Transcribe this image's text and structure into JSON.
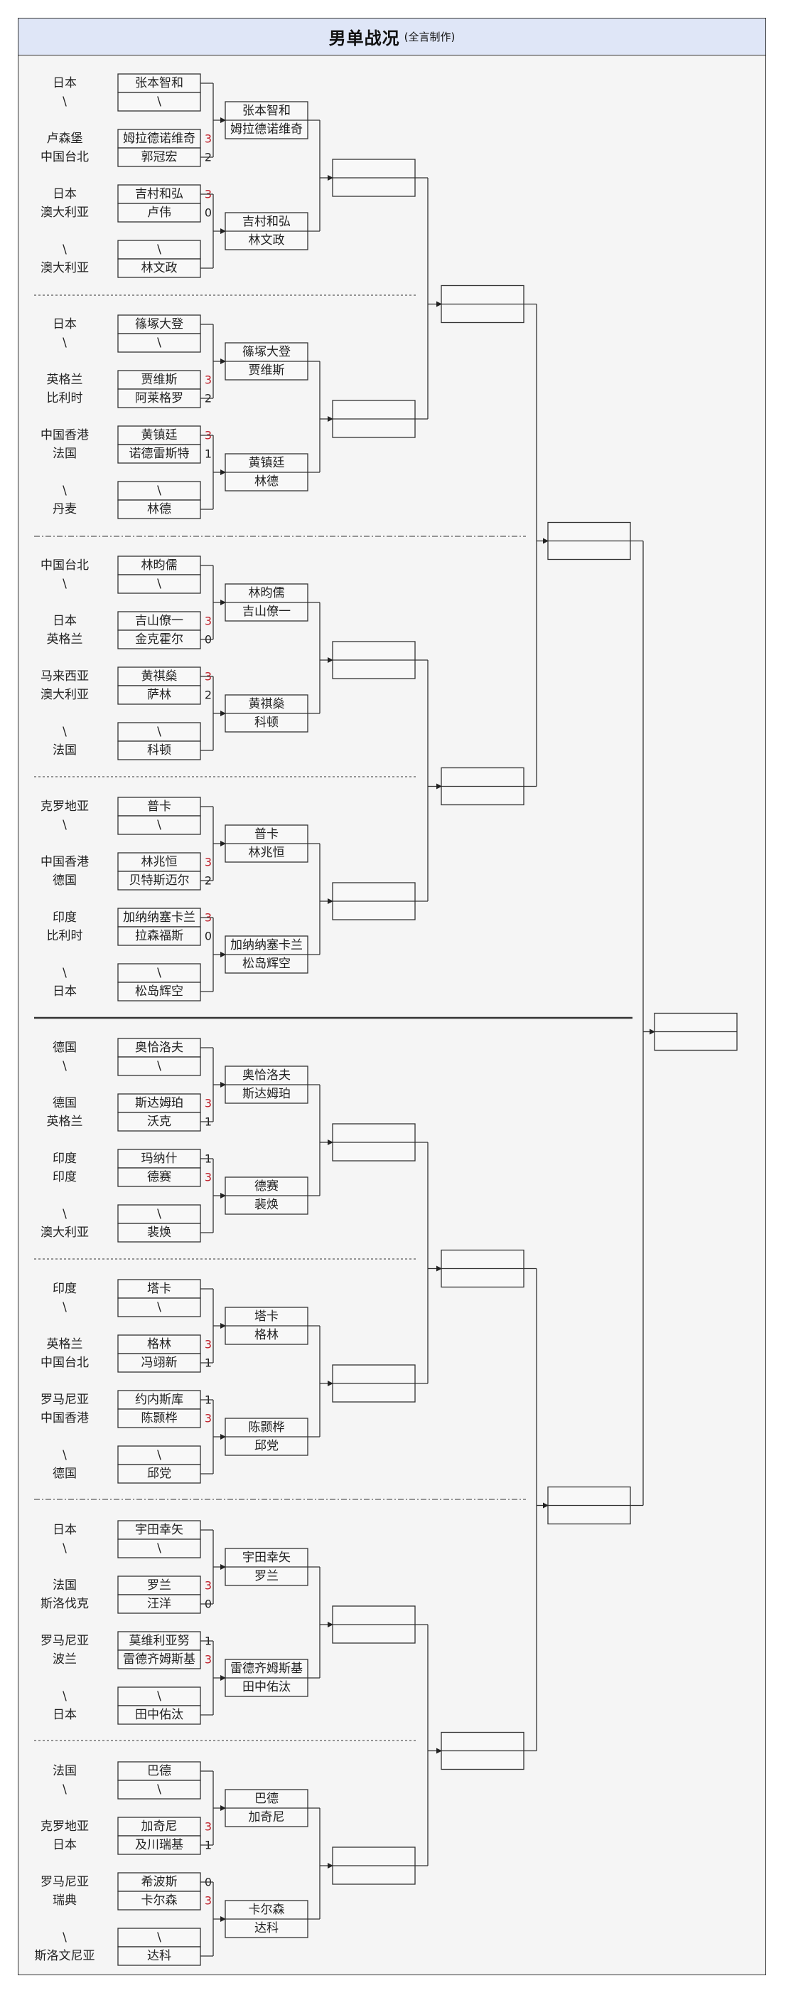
{
  "title": "男单战况",
  "subtitle": "(全言制作)",
  "bye_symbol": "\\",
  "groups": [
    {
      "matches": [
        {
          "p1": {
            "country": "日本",
            "name": "张本智和"
          },
          "p2": {
            "country": "\\",
            "name": "\\"
          },
          "s1": "",
          "s2": "",
          "winner": 1
        },
        {
          "p1": {
            "country": "卢森堡",
            "name": "姆拉德诺维奇"
          },
          "p2": {
            "country": "中国台北",
            "name": "郭冠宏"
          },
          "s1": "3",
          "s2": "2",
          "winner": 1
        },
        {
          "p1": {
            "country": "日本",
            "name": "吉村和弘"
          },
          "p2": {
            "country": "澳大利亚",
            "name": "卢伟"
          },
          "s1": "3",
          "s2": "0",
          "winner": 1
        },
        {
          "p1": {
            "country": "\\",
            "name": "\\"
          },
          "p2": {
            "country": "澳大利亚",
            "name": "林文政"
          },
          "s1": "",
          "s2": "",
          "winner": 2
        }
      ],
      "r2": [
        [
          "张本智和",
          "姆拉德诺维奇"
        ],
        [
          "吉村和弘",
          "林文政"
        ]
      ]
    },
    {
      "matches": [
        {
          "p1": {
            "country": "日本",
            "name": "篠塚大登"
          },
          "p2": {
            "country": "\\",
            "name": "\\"
          },
          "s1": "",
          "s2": "",
          "winner": 1
        },
        {
          "p1": {
            "country": "英格兰",
            "name": "贾维斯"
          },
          "p2": {
            "country": "比利时",
            "name": "阿莱格罗"
          },
          "s1": "3",
          "s2": "2",
          "winner": 1
        },
        {
          "p1": {
            "country": "中国香港",
            "name": "黄镇廷"
          },
          "p2": {
            "country": "法国",
            "name": "诺德雷斯特"
          },
          "s1": "3",
          "s2": "1",
          "winner": 1
        },
        {
          "p1": {
            "country": "\\",
            "name": "\\"
          },
          "p2": {
            "country": "丹麦",
            "name": "林德"
          },
          "s1": "",
          "s2": "",
          "winner": 2
        }
      ],
      "r2": [
        [
          "篠塚大登",
          "贾维斯"
        ],
        [
          "黄镇廷",
          "林德"
        ]
      ]
    },
    {
      "matches": [
        {
          "p1": {
            "country": "中国台北",
            "name": "林昀儒"
          },
          "p2": {
            "country": "\\",
            "name": "\\"
          },
          "s1": "",
          "s2": "",
          "winner": 1
        },
        {
          "p1": {
            "country": "日本",
            "name": "吉山僚一"
          },
          "p2": {
            "country": "英格兰",
            "name": "金克霍尔"
          },
          "s1": "3",
          "s2": "0",
          "winner": 1
        },
        {
          "p1": {
            "country": "马来西亚",
            "name": "黄祺燊"
          },
          "p2": {
            "country": "澳大利亚",
            "name": "萨林"
          },
          "s1": "3",
          "s2": "2",
          "winner": 1
        },
        {
          "p1": {
            "country": "\\",
            "name": "\\"
          },
          "p2": {
            "country": "法国",
            "name": "科顿"
          },
          "s1": "",
          "s2": "",
          "winner": 2
        }
      ],
      "r2": [
        [
          "林昀儒",
          "吉山僚一"
        ],
        [
          "黄祺燊",
          "科顿"
        ]
      ]
    },
    {
      "matches": [
        {
          "p1": {
            "country": "克罗地亚",
            "name": "普卡"
          },
          "p2": {
            "country": "\\",
            "name": "\\"
          },
          "s1": "",
          "s2": "",
          "winner": 1
        },
        {
          "p1": {
            "country": "中国香港",
            "name": "林兆恒"
          },
          "p2": {
            "country": "德国",
            "name": "贝特斯迈尔"
          },
          "s1": "3",
          "s2": "2",
          "winner": 1
        },
        {
          "p1": {
            "country": "印度",
            "name": "加纳纳塞卡兰"
          },
          "p2": {
            "country": "比利时",
            "name": "拉森福斯"
          },
          "s1": "3",
          "s2": "0",
          "winner": 1
        },
        {
          "p1": {
            "country": "\\",
            "name": "\\"
          },
          "p2": {
            "country": "日本",
            "name": "松岛辉空"
          },
          "s1": "",
          "s2": "",
          "winner": 2
        }
      ],
      "r2": [
        [
          "普卡",
          "林兆恒"
        ],
        [
          "加纳纳塞卡兰",
          "松岛辉空"
        ]
      ]
    },
    {
      "matches": [
        {
          "p1": {
            "country": "德国",
            "name": "奥恰洛夫"
          },
          "p2": {
            "country": "\\",
            "name": "\\"
          },
          "s1": "",
          "s2": "",
          "winner": 1
        },
        {
          "p1": {
            "country": "德国",
            "name": "斯达姆珀"
          },
          "p2": {
            "country": "英格兰",
            "name": "沃克"
          },
          "s1": "3",
          "s2": "1",
          "winner": 1
        },
        {
          "p1": {
            "country": "印度",
            "name": "玛纳什"
          },
          "p2": {
            "country": "印度",
            "name": "德赛"
          },
          "s1": "1",
          "s2": "3",
          "winner": 2
        },
        {
          "p1": {
            "country": "\\",
            "name": "\\"
          },
          "p2": {
            "country": "澳大利亚",
            "name": "裴焕"
          },
          "s1": "",
          "s2": "",
          "winner": 2
        }
      ],
      "r2": [
        [
          "奥恰洛夫",
          "斯达姆珀"
        ],
        [
          "德赛",
          "裴焕"
        ]
      ]
    },
    {
      "matches": [
        {
          "p1": {
            "country": "印度",
            "name": "塔卡"
          },
          "p2": {
            "country": "\\",
            "name": "\\"
          },
          "s1": "",
          "s2": "",
          "winner": 1
        },
        {
          "p1": {
            "country": "英格兰",
            "name": "格林"
          },
          "p2": {
            "country": "中国台北",
            "name": "冯翊新"
          },
          "s1": "3",
          "s2": "1",
          "winner": 1
        },
        {
          "p1": {
            "country": "罗马尼亚",
            "name": "约内斯库"
          },
          "p2": {
            "country": "中国香港",
            "name": "陈颢桦"
          },
          "s1": "1",
          "s2": "3",
          "winner": 2
        },
        {
          "p1": {
            "country": "\\",
            "name": "\\"
          },
          "p2": {
            "country": "德国",
            "name": "邱党"
          },
          "s1": "",
          "s2": "",
          "winner": 2
        }
      ],
      "r2": [
        [
          "塔卡",
          "格林"
        ],
        [
          "陈颢桦",
          "邱党"
        ]
      ]
    },
    {
      "matches": [
        {
          "p1": {
            "country": "日本",
            "name": "宇田幸矢"
          },
          "p2": {
            "country": "\\",
            "name": "\\"
          },
          "s1": "",
          "s2": "",
          "winner": 1
        },
        {
          "p1": {
            "country": "法国",
            "name": "罗兰"
          },
          "p2": {
            "country": "斯洛伐克",
            "name": "汪洋"
          },
          "s1": "3",
          "s2": "0",
          "winner": 1
        },
        {
          "p1": {
            "country": "罗马尼亚",
            "name": "莫维利亚努"
          },
          "p2": {
            "country": "波兰",
            "name": "雷德齐姆斯基"
          },
          "s1": "1",
          "s2": "3",
          "winner": 2
        },
        {
          "p1": {
            "country": "\\",
            "name": "\\"
          },
          "p2": {
            "country": "日本",
            "name": "田中佑汰"
          },
          "s1": "",
          "s2": "",
          "winner": 2
        }
      ],
      "r2": [
        [
          "宇田幸矢",
          "罗兰"
        ],
        [
          "雷德齐姆斯基",
          "田中佑汰"
        ]
      ]
    },
    {
      "matches": [
        {
          "p1": {
            "country": "法国",
            "name": "巴德"
          },
          "p2": {
            "country": "\\",
            "name": "\\"
          },
          "s1": "",
          "s2": "",
          "winner": 1
        },
        {
          "p1": {
            "country": "克罗地亚",
            "name": "加奇尼"
          },
          "p2": {
            "country": "日本",
            "name": "及川瑞基"
          },
          "s1": "3",
          "s2": "1",
          "winner": 1
        },
        {
          "p1": {
            "country": "罗马尼亚",
            "name": "希波斯"
          },
          "p2": {
            "country": "瑞典",
            "name": "卡尔森"
          },
          "s1": "0",
          "s2": "3",
          "winner": 2
        },
        {
          "p1": {
            "country": "\\",
            "name": "\\"
          },
          "p2": {
            "country": "斯洛文尼亚",
            "name": "达科"
          },
          "s1": "",
          "s2": "",
          "winner": 2
        }
      ],
      "r2": [
        [
          "巴德",
          "加奇尼"
        ],
        [
          "卡尔森",
          "达科"
        ]
      ]
    }
  ],
  "colors": {
    "win_score": "#c0202a",
    "header_bg": "#dfe6f7",
    "panel_bg": "#f5f5f5"
  }
}
